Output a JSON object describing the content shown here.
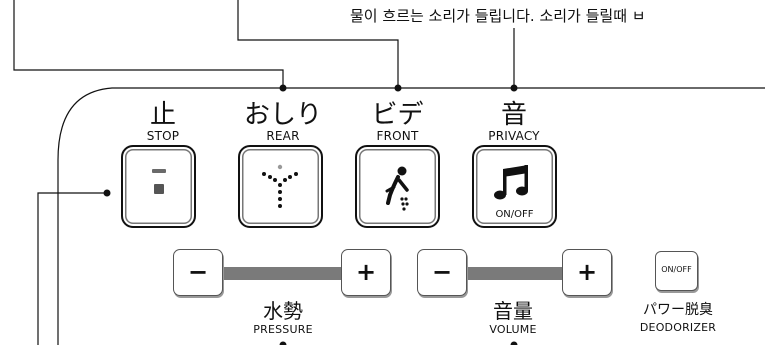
{
  "caption": "물이 흐르는 소리가 들립니다. 소리가 들릴때 ㅂ",
  "buttons": {
    "stop": {
      "label": "止",
      "sub": "STOP"
    },
    "rear": {
      "label": "おしり",
      "sub": "REAR"
    },
    "front": {
      "label": "ビデ",
      "sub": "FRONT"
    },
    "privacy": {
      "label": "音",
      "sub": "PRIVACY",
      "inner_text": "ON/OFF"
    }
  },
  "pressure": {
    "label": "水勢",
    "sub": "PRESSURE",
    "minus": "−",
    "plus": "+"
  },
  "volume": {
    "label": "音量",
    "sub": "VOLUME",
    "minus": "−",
    "plus": "+"
  },
  "deodorizer": {
    "button_text": "ON/OFF",
    "label": "パワー脱臭",
    "sub": "DEODORIZER"
  },
  "colors": {
    "line": "#111111",
    "track": "#7a7a7a",
    "stop_indicator": "#6a6a6a"
  }
}
